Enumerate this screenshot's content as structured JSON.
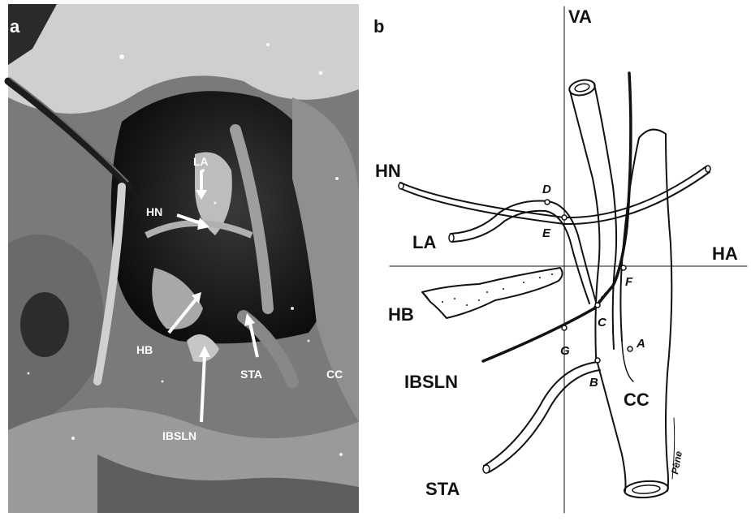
{
  "panels": {
    "photo": {
      "letter": "a",
      "labels": {
        "la": "LA",
        "hn": "HN",
        "hb": "HB",
        "sta": "STA",
        "ibsln": "IBSLN",
        "cc": "CC"
      }
    },
    "drawing": {
      "letter": "b",
      "labels": {
        "va": "VA",
        "ha": "HA",
        "hn": "HN",
        "la": "LA",
        "hb": "HB",
        "ibsln": "IBSLN",
        "sta": "STA",
        "cc": "CC"
      },
      "points": {
        "a": "A",
        "b": "B",
        "c": "C",
        "d": "D",
        "e": "E",
        "f": "F",
        "g": "G"
      },
      "signature": "Pène"
    }
  },
  "colors": {
    "photo_dark": "#1a1a1a",
    "photo_mid": "#6e6e6e",
    "photo_light": "#d8d8d8",
    "ink": "#111111",
    "label_white": "#ffffff"
  }
}
